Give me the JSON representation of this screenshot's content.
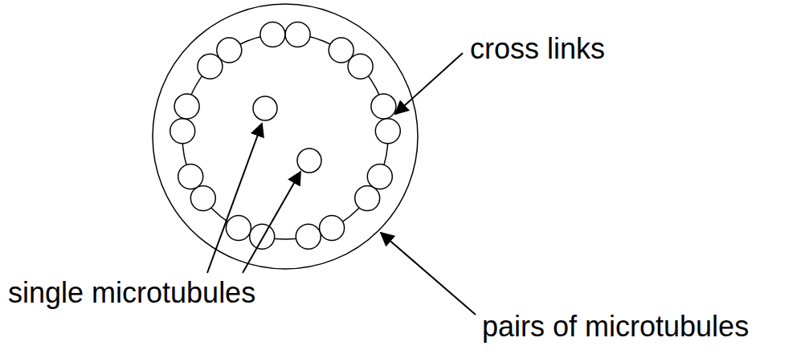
{
  "diagram": {
    "labels": [
      "cross links",
      "single microtubules",
      "pairs of microtubules"
    ]
  }
}
